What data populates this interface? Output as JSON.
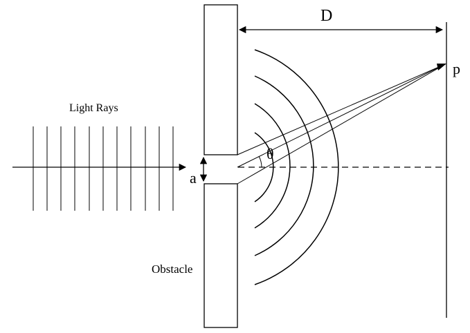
{
  "labels": {
    "light_rays": "Light Rays",
    "obstacle": "Obstacle",
    "distance": "D",
    "slit_width": "a",
    "angle": "θ",
    "point": "p"
  },
  "colors": {
    "ink": "#000000",
    "background": "#ffffff"
  }
}
